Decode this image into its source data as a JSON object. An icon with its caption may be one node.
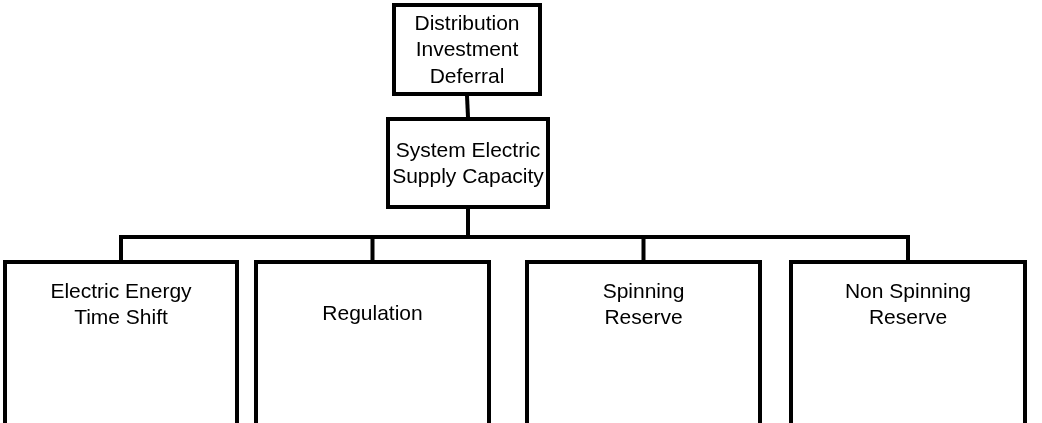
{
  "diagram": {
    "nodes": [
      {
        "text": [
          "Distribution Investment Deferral"
        ]
      },
      {
        "text": [
          "System Electric Supply Capacity"
        ]
      },
      {
        "text": [
          "Electric Energy Time Shift"
        ]
      },
      {
        "text": [
          "Regulation"
        ]
      },
      {
        "text": [
          "Spinning Reserve"
        ]
      },
      {
        "text": [
          "Non Spinning Reserve"
        ]
      }
    ],
    "edges": [
      {
        "from": 0,
        "to": 1,
        "arrow": "none"
      },
      {
        "from": 1,
        "to": 2,
        "arrow": "none"
      },
      {
        "from": 1,
        "to": 3,
        "arrow": "none"
      },
      {
        "from": 1,
        "to": 4,
        "arrow": "none"
      },
      {
        "from": 1,
        "to": 5,
        "arrow": "none"
      }
    ]
  }
}
